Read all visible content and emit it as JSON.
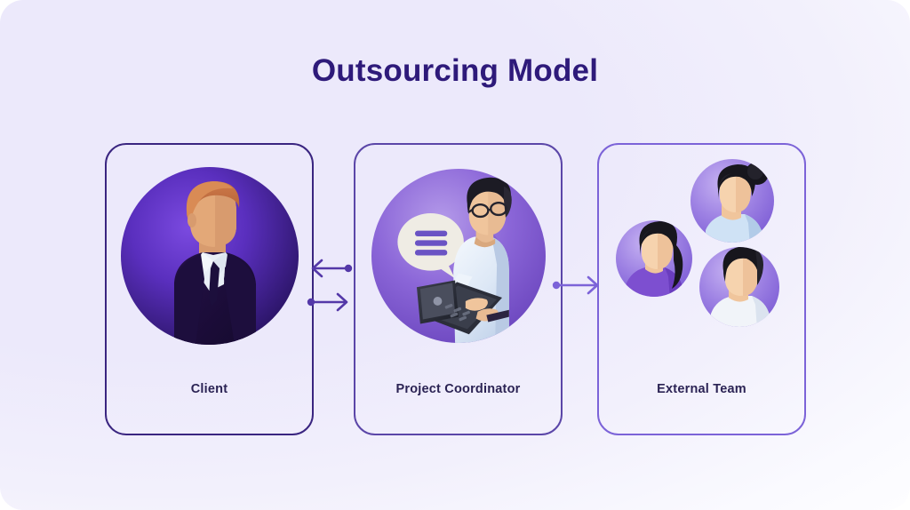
{
  "page": {
    "title": "Outsourcing Model",
    "background_color": "#ece9fb",
    "title_color": "#2e1a7a"
  },
  "nodes": [
    {
      "id": "client",
      "label": "Client",
      "border_color": "#3a2580",
      "avatar_name": "client-businessman-avatar",
      "circle_color_center": "#6a3fd0",
      "circle_color_edge": "#2b1566"
    },
    {
      "id": "coordinator",
      "label": "Project Coordinator",
      "border_color": "#5b46a8",
      "avatar_name": "coordinator-laptop-avatar",
      "circle_color_center": "#a98de4",
      "circle_color_edge": "#6a45bd"
    },
    {
      "id": "external",
      "label": "External Team",
      "border_color": "#7c63d8",
      "avatar_name": "external-team-avatars",
      "circle_color_center": "#b9a4ec",
      "circle_color_edge": "#7f5fd6"
    }
  ],
  "connectors": [
    {
      "id": "coordinator-to-client",
      "from": "coordinator",
      "to": "client",
      "direction": "left",
      "color": "#5438a8"
    },
    {
      "id": "client-to-coordinator",
      "from": "client",
      "to": "coordinator",
      "direction": "right",
      "color": "#5438a8"
    },
    {
      "id": "coordinator-to-external",
      "from": "coordinator",
      "to": "external",
      "direction": "right",
      "color": "#7c63d8"
    }
  ],
  "speech_bubble": {
    "name": "message-bubble-icon",
    "lines": 3,
    "bubble_color": "#efece4",
    "line_color": "#6a53c4"
  }
}
